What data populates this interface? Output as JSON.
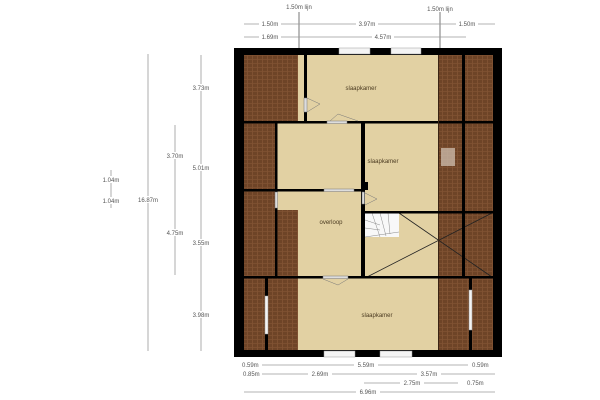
{
  "colors": {
    "roof_tiles": "#6e4427",
    "floor": "#e2d1a3",
    "wall": "#000000",
    "dimension_line": "#9a9a9a"
  },
  "rooms": {
    "bedroom_top": "slaapkamer",
    "bedroom_middle": "slaapkamer",
    "landing": "overloop",
    "bedroom_bottom": "slaapkamer"
  },
  "dimensions": {
    "top": {
      "line_left": "1.50m lijn",
      "line_right": "1.50m lijn",
      "row1": [
        "1.50m",
        "3.97m",
        "1.50m"
      ],
      "row2": [
        "1.69m",
        "4.57m"
      ]
    },
    "bottom": {
      "row1": [
        "0.59m",
        "5.59m",
        "0.59m"
      ],
      "row2": [
        "0.85m",
        "2.69m",
        "3.57m"
      ],
      "row3": [
        "2.75m",
        "0.75m"
      ],
      "row4": [
        "6.96m"
      ]
    },
    "left": {
      "total": "16.87m",
      "outer": [
        "3.73m",
        "5.01m",
        "3.55m",
        "3.98m"
      ],
      "inner": [
        "3.70m",
        "4.75m"
      ],
      "small": [
        "1.04m",
        "1.04m"
      ]
    }
  }
}
